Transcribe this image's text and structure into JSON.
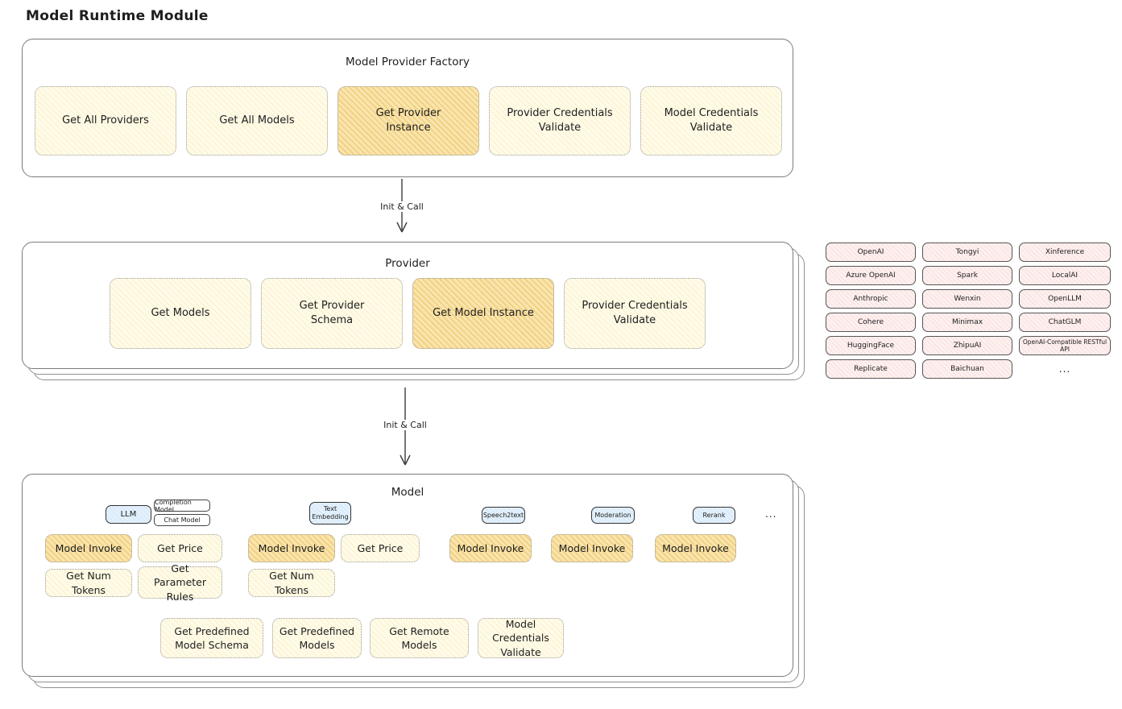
{
  "page_title": "Model Runtime Module",
  "palette": {
    "node_yellow": "#FDF6D8",
    "node_highlight": "#F5D78B",
    "provider_pink": "#FCEBEA",
    "tab_blue": "#DCEDFB",
    "outline_gray": "#7B7B7B",
    "text": "#1E1E1E"
  },
  "factory": {
    "title": "Model Provider Factory",
    "buttons": [
      {
        "label": "Get All Providers",
        "highlighted": false
      },
      {
        "label": "Get All Models",
        "highlighted": false
      },
      {
        "label": "Get Provider Instance",
        "highlighted": true
      },
      {
        "label": "Provider Credentials Validate",
        "highlighted": false
      },
      {
        "label": "Model Credentials Validate",
        "highlighted": false
      }
    ]
  },
  "arrows": [
    {
      "label": "Init & Call"
    },
    {
      "label": "Init & Call"
    }
  ],
  "provider": {
    "title": "Provider",
    "buttons": [
      {
        "label": "Get Models",
        "highlighted": false
      },
      {
        "label": "Get Provider Schema",
        "highlighted": false
      },
      {
        "label": "Get Model Instance",
        "highlighted": true
      },
      {
        "label": "Provider Credentials Validate",
        "highlighted": false
      }
    ]
  },
  "provider_list": {
    "col1": [
      "OpenAI",
      "Azure OpenAI",
      "Anthropic",
      "Cohere",
      "HuggingFace",
      "Replicate"
    ],
    "col2": [
      "Tongyi",
      "Spark",
      "Wenxin",
      "Minimax",
      "ZhipuAI",
      "Baichuan"
    ],
    "col3": [
      "Xinference",
      "LocalAI",
      "OpenLLM",
      "ChatGLM",
      "OpenAI-Compatible RESTful API"
    ],
    "more": "..."
  },
  "model": {
    "title": "Model",
    "tabs": {
      "llm": "LLM",
      "completion": "Completion Model",
      "chat": "Chat Model",
      "text_embedding": "Text Embedding",
      "speech2text": "Speech2text",
      "moderation": "Moderation",
      "rerank": "Rerank",
      "more": "..."
    },
    "ops": {
      "llm_invoke": "Model Invoke",
      "llm_price": "Get Price",
      "llm_tokens": "Get Num Tokens",
      "llm_rules": "Get Parameter Rules",
      "emb_invoke": "Model Invoke",
      "emb_price": "Get Price",
      "emb_tokens": "Get Num Tokens",
      "s2t_invoke": "Model Invoke",
      "mod_invoke": "Model Invoke",
      "rerank_invoke": "Model Invoke"
    },
    "bottom": [
      "Get Predefined Model Schema",
      "Get Predefined Models",
      "Get Remote Models",
      "Model Credentials Validate"
    ]
  }
}
